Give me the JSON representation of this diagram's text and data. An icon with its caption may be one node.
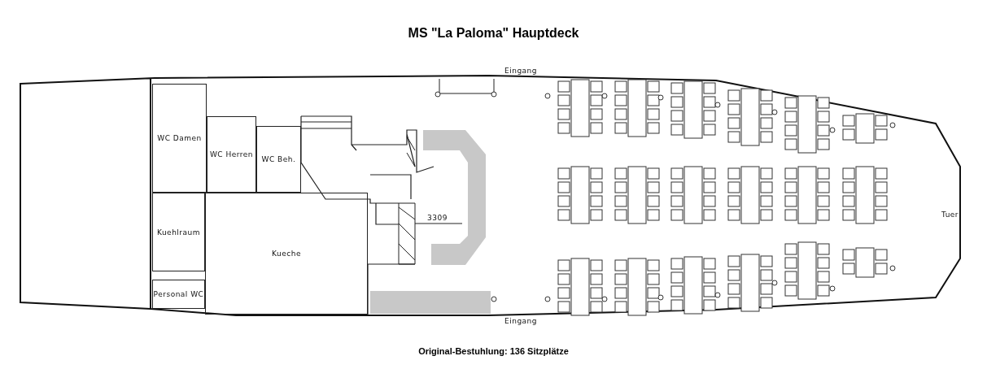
{
  "diagram": {
    "title": "MS \"La Paloma\" Hauptdeck",
    "caption": "Original-Bestuhlung: 136 Sitzplätze",
    "nodes": [
      {
        "text": [
          "WC Damen"
        ]
      },
      {
        "text": [
          "WC Herren"
        ]
      },
      {
        "text": [
          "WC Beh."
        ]
      },
      {
        "text": [
          "Kuehlraum"
        ]
      },
      {
        "text": [
          "Kueche"
        ]
      },
      {
        "text": [
          "Personal WC"
        ]
      }
    ],
    "labels": [
      "Eingang",
      "3309",
      "Tuer",
      "Eingang"
    ]
  }
}
